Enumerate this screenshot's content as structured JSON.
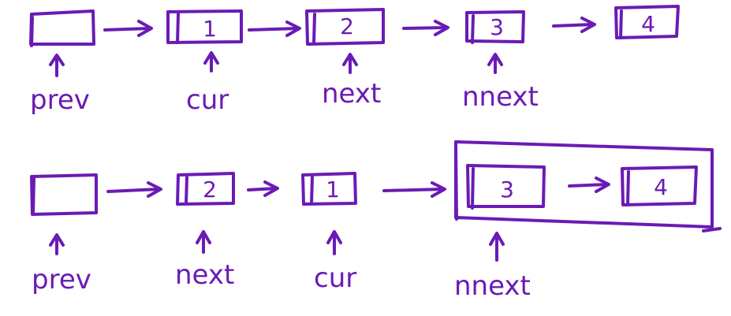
{
  "colors": {
    "ink": "#6a1bb5",
    "background": "#ffffff"
  },
  "top_row": {
    "nodes": [
      "",
      "1",
      "2",
      "3",
      "4"
    ],
    "pointers": [
      "prev",
      "cur",
      "next",
      "nnext"
    ]
  },
  "bottom_row": {
    "nodes": [
      "",
      "2",
      "1",
      "3",
      "4"
    ],
    "pointers": [
      "prev",
      "next",
      "cur",
      "nnext"
    ]
  }
}
